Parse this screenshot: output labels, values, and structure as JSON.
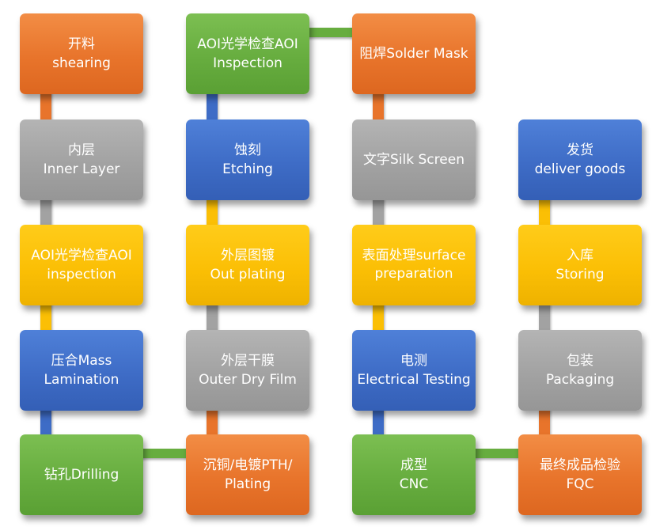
{
  "colors": {
    "orange": "#e8742b",
    "gray": "#a2a2a2",
    "green": "#67ad3f",
    "blue": "#3e6cc6",
    "yellow": "#fbbf05"
  },
  "steps": [
    {
      "id": "shearing",
      "name": "step-shearing",
      "color": "orange",
      "lines": [
        "开料",
        "shearing"
      ]
    },
    {
      "id": "inner-layer",
      "name": "step-inner-layer",
      "color": "gray",
      "lines": [
        "内层",
        "Inner Layer"
      ]
    },
    {
      "id": "aoi-inspection-1",
      "name": "step-aoi-inspection-inner",
      "color": "yellow",
      "lines": [
        "AOI光学检查AOI",
        "inspection"
      ]
    },
    {
      "id": "mass-lamination",
      "name": "step-mass-lamination",
      "color": "blue",
      "lines": [
        "压合Mass",
        "Lamination"
      ]
    },
    {
      "id": "drilling",
      "name": "step-drilling",
      "color": "green",
      "lines": [
        "钻孔Drilling"
      ]
    },
    {
      "id": "pth-plating",
      "name": "step-pth-plating",
      "color": "orange",
      "lines": [
        "沉铜/电镀PTH/",
        "Plating"
      ]
    },
    {
      "id": "outer-dry-film",
      "name": "step-outer-dry-film",
      "color": "gray",
      "lines": [
        "外层干膜",
        "Outer Dry Film"
      ]
    },
    {
      "id": "out-plating",
      "name": "step-out-plating",
      "color": "yellow",
      "lines": [
        "外层图镀",
        "Out plating"
      ]
    },
    {
      "id": "etching",
      "name": "step-etching",
      "color": "blue",
      "lines": [
        "蚀刻",
        "Etching"
      ]
    },
    {
      "id": "aoi-inspection-2",
      "name": "step-aoi-inspection-outer",
      "color": "green",
      "lines": [
        "AOI光学检查AOI",
        "Inspection"
      ]
    },
    {
      "id": "solder-mask",
      "name": "step-solder-mask",
      "color": "orange",
      "lines": [
        "阻焊Solder Mask"
      ]
    },
    {
      "id": "silk-screen",
      "name": "step-silk-screen",
      "color": "gray",
      "lines": [
        "文字Silk Screen"
      ]
    },
    {
      "id": "surface-preparation",
      "name": "step-surface-preparation",
      "color": "yellow",
      "lines": [
        "表面处理surface",
        "preparation"
      ]
    },
    {
      "id": "electrical-testing",
      "name": "step-electrical-testing",
      "color": "blue",
      "lines": [
        "电测",
        "Electrical Testing"
      ]
    },
    {
      "id": "cnc",
      "name": "step-cnc",
      "color": "green",
      "lines": [
        "成型",
        "CNC"
      ]
    },
    {
      "id": "fqc",
      "name": "step-fqc",
      "color": "orange",
      "lines": [
        "最终成品检验",
        "FQC"
      ]
    },
    {
      "id": "packaging",
      "name": "step-packaging",
      "color": "gray",
      "lines": [
        "包装",
        "Packaging"
      ]
    },
    {
      "id": "storing",
      "name": "step-storing",
      "color": "yellow",
      "lines": [
        "入库",
        "Storing"
      ]
    },
    {
      "id": "deliver-goods",
      "name": "step-deliver-goods",
      "color": "blue",
      "lines": [
        "发货",
        "deliver goods"
      ]
    }
  ],
  "connectors": [
    {
      "from": "shearing",
      "to": "inner-layer",
      "color": "orange"
    },
    {
      "from": "inner-layer",
      "to": "aoi-inspection-1",
      "color": "gray"
    },
    {
      "from": "aoi-inspection-1",
      "to": "mass-lamination",
      "color": "yellow"
    },
    {
      "from": "mass-lamination",
      "to": "drilling",
      "color": "blue"
    },
    {
      "from": "drilling",
      "to": "pth-plating",
      "color": "green"
    },
    {
      "from": "pth-plating",
      "to": "outer-dry-film",
      "color": "orange"
    },
    {
      "from": "outer-dry-film",
      "to": "out-plating",
      "color": "gray"
    },
    {
      "from": "out-plating",
      "to": "etching",
      "color": "yellow"
    },
    {
      "from": "etching",
      "to": "aoi-inspection-2",
      "color": "blue"
    },
    {
      "from": "aoi-inspection-2",
      "to": "solder-mask",
      "color": "green"
    },
    {
      "from": "solder-mask",
      "to": "silk-screen",
      "color": "orange"
    },
    {
      "from": "silk-screen",
      "to": "surface-preparation",
      "color": "gray"
    },
    {
      "from": "surface-preparation",
      "to": "electrical-testing",
      "color": "yellow"
    },
    {
      "from": "electrical-testing",
      "to": "cnc",
      "color": "blue"
    },
    {
      "from": "cnc",
      "to": "fqc",
      "color": "green"
    },
    {
      "from": "fqc",
      "to": "packaging",
      "color": "orange"
    },
    {
      "from": "packaging",
      "to": "storing",
      "color": "gray"
    },
    {
      "from": "storing",
      "to": "deliver-goods",
      "color": "yellow"
    }
  ]
}
